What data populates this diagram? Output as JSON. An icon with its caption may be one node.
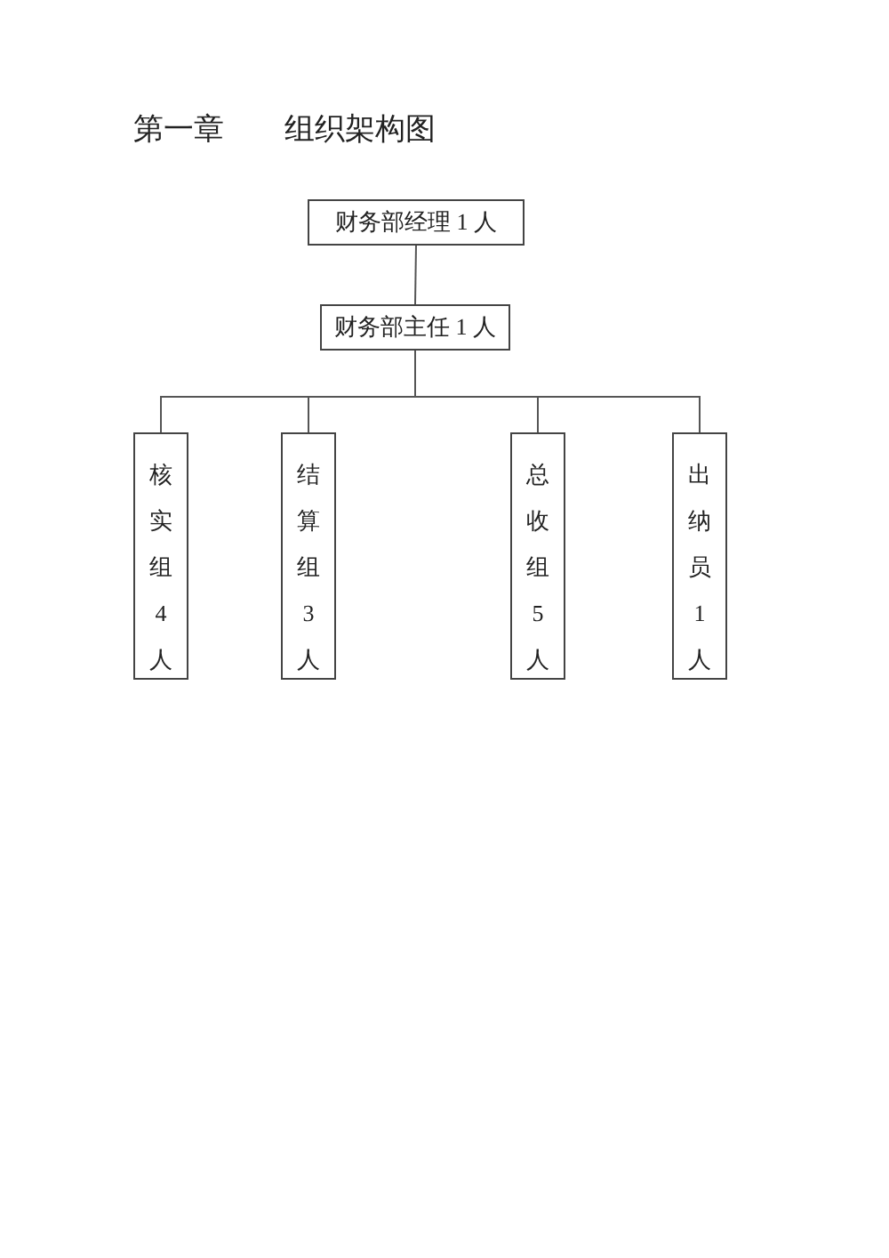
{
  "diagram": {
    "title": "第一章　　组织架构图",
    "nodes": [
      {
        "text": [
          "财务部经理 1 人"
        ]
      },
      {
        "text": [
          "财务部主任 1 人"
        ]
      },
      {
        "text": [
          "核实组4人"
        ]
      },
      {
        "text": [
          "结算组3人"
        ]
      },
      {
        "text": [
          "总收组5人"
        ]
      },
      {
        "text": [
          "出纳员1人"
        ]
      }
    ],
    "edges": [
      {
        "from": 0,
        "to": 1,
        "arrow": "none"
      },
      {
        "from": 1,
        "to": 2,
        "arrow": "none"
      },
      {
        "from": 1,
        "to": 3,
        "arrow": "none"
      },
      {
        "from": 1,
        "to": 4,
        "arrow": "none"
      },
      {
        "from": 1,
        "to": 5,
        "arrow": "none"
      }
    ]
  }
}
